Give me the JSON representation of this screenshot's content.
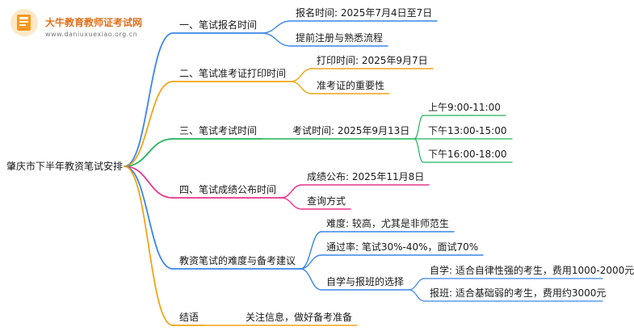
{
  "brand": {
    "title": "大牛教育教师证考试网",
    "url": "www.daniuxuexiao.org.cn"
  },
  "root": "肇庆市下半年教资笔试安排",
  "branches": [
    {
      "id": "b1",
      "label": "一、笔试报名时间",
      "color": "#3a86e8",
      "children": [
        {
          "id": "b1c1",
          "label": "报名时间: 2025年7月4日至7日"
        },
        {
          "id": "b1c2",
          "label": "提前注册与熟悉流程"
        }
      ]
    },
    {
      "id": "b2",
      "label": "二、笔试准考证打印时间",
      "color": "#f0a418",
      "children": [
        {
          "id": "b2c1",
          "label": "打印时间: 2025年9月7日"
        },
        {
          "id": "b2c2",
          "label": "准考证的重要性"
        }
      ]
    },
    {
      "id": "b3",
      "label": "三、笔试考试时间",
      "color": "#1fb45c",
      "children": [
        {
          "id": "b3c1",
          "label": "考试时间: 2025年9月13日",
          "children": [
            {
              "id": "b3g1",
              "label": "上午9:00-11:00"
            },
            {
              "id": "b3g2",
              "label": "下午13:00-15:00"
            },
            {
              "id": "b3g3",
              "label": "下午16:00-18:00"
            }
          ]
        }
      ]
    },
    {
      "id": "b4",
      "label": "四、笔试成绩公布时间",
      "color": "#e8338a",
      "children": [
        {
          "id": "b4c1",
          "label": "成绩公布: 2025年11月8日"
        },
        {
          "id": "b4c2",
          "label": "查询方式"
        }
      ]
    },
    {
      "id": "b5",
      "label": "教资笔试的难度与备考建议",
      "color": "#3a86e8",
      "children": [
        {
          "id": "b5c1",
          "label": "难度: 较高，尤其是非师范生"
        },
        {
          "id": "b5c2",
          "label": "通过率: 笔试30%-40%，面试70%"
        },
        {
          "id": "b5c3",
          "label": "自学与报班的选择",
          "children": [
            {
              "id": "b5g1",
              "label": "自学: 适合自律性强的考生，费用1000-2000元"
            },
            {
              "id": "b5g2",
              "label": "报班: 适合基础弱的考生，费用约3000元"
            }
          ]
        }
      ]
    },
    {
      "id": "b6",
      "label": "结语",
      "color": "#f0a418",
      "children": [
        {
          "id": "b6c1",
          "label": "关注信息，做好备考准备"
        }
      ]
    }
  ]
}
